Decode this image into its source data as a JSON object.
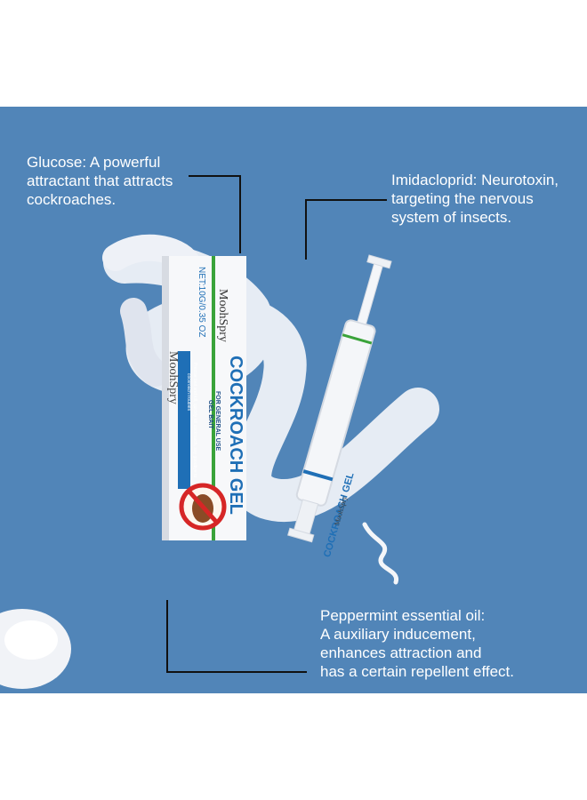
{
  "callouts": {
    "glucose": {
      "lines": [
        "Glucose: A powerful",
        "attractant that attracts",
        " cockroaches."
      ]
    },
    "imidacloprid": {
      "lines": [
        "Imidacloprid: Neurotoxin,",
        "targeting the nervous",
        "system of insects."
      ]
    },
    "peppermint": {
      "lines": [
        "Peppermint essential oil:",
        "A auxiliary inducement,",
        "enhances attraction and",
        "has a certain repellent effect."
      ]
    }
  },
  "box": {
    "brand": "MoohSpry",
    "net": "NET:10G/0.35 OZ",
    "title": "COCKROACH GEL",
    "sub1": "FOR GENERAL USE",
    "sub2": "GEL BAIT",
    "desc1": "Precise bait and kill, quickly kill cockroach, say goodbye to",
    "desc2": "cockroach troubles",
    "brand_side": "MoohSpry"
  },
  "syringe": {
    "title": "COCKROACH GEL",
    "brand": "MoohSpry"
  },
  "colors": {
    "background": "#5185b8",
    "accent_blue": "#1f6fb6",
    "accent_green": "#3aa33a",
    "gel": "#eef1f7"
  }
}
